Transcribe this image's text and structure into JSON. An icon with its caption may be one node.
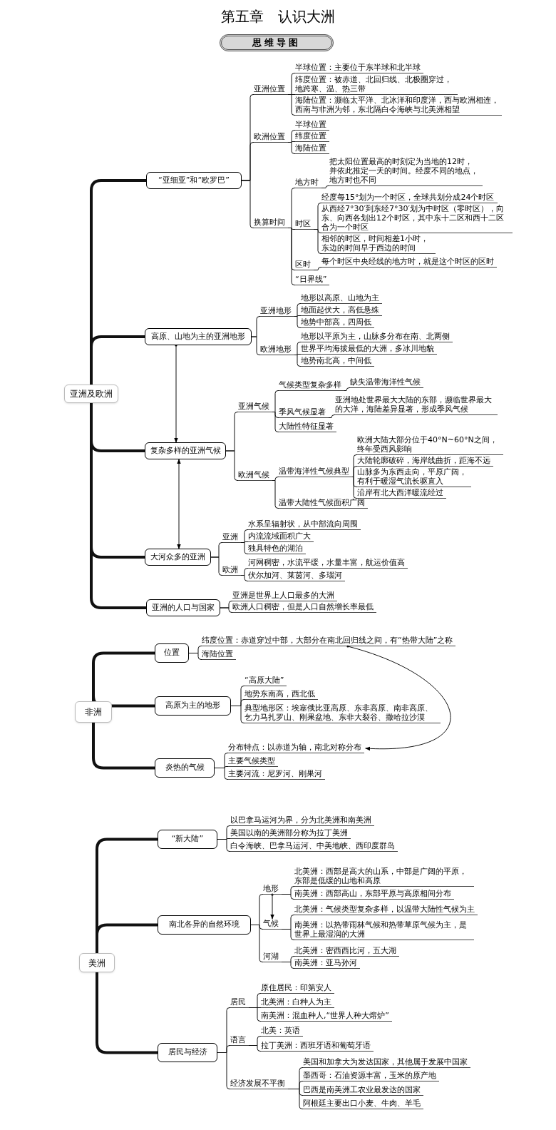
{
  "diagram": {
    "title": "第五章　认识大洲",
    "labels": [
      "思维导图"
    ],
    "nodes": [
      {
        "text": [
          "亚洲及欧洲"
        ]
      },
      {
        "text": [
          "“亚细亚”和“欧罗巴”"
        ]
      },
      {
        "text": [
          "亚洲位置"
        ]
      },
      {
        "text": [
          "半球位置：主要位于东半球和北半球"
        ]
      },
      {
        "text": [
          "纬度位置：被赤道、北回归线、北极圈穿过，地跨寒、温、热三带"
        ]
      },
      {
        "text": [
          "海陆位置：濒临太平洋、北冰洋和印度洋，西与欧洲相连，西南与非洲为邻，东北隔白令海峡与北美洲相望"
        ]
      },
      {
        "text": [
          "欧洲位置"
        ]
      },
      {
        "text": [
          "半球位置"
        ]
      },
      {
        "text": [
          "纬度位置"
        ]
      },
      {
        "text": [
          "海陆位置"
        ]
      },
      {
        "text": [
          "换算时间"
        ]
      },
      {
        "text": [
          "地方时"
        ]
      },
      {
        "text": [
          "把太阳位置最高的时刻定为当地的12时，并依此推定一天的时间。经度不同的地点，地方时也不同"
        ]
      },
      {
        "text": [
          "时区"
        ]
      },
      {
        "text": [
          "经度每15°划为一个时区，全球共划分成24个时区"
        ]
      },
      {
        "text": [
          "从西经7°30′到东经7°30′划为中时区（零时区），向东、向西各划出12个时区，其中东十二区和西十二区合为一个时区"
        ]
      },
      {
        "text": [
          "相邻的时区，时间相差1小时，东边的时间早于西边的时间"
        ]
      },
      {
        "text": [
          "区时"
        ]
      },
      {
        "text": [
          "每个时区中央经线的地方时，就是这个时区的区时"
        ]
      },
      {
        "text": [
          "“日界线”"
        ]
      },
      {
        "text": [
          "高原、山地为主的亚洲地形"
        ]
      },
      {
        "text": [
          "亚洲地形"
        ]
      },
      {
        "text": [
          "地形以高原、山地为主"
        ]
      },
      {
        "text": [
          "地面起伏大，高低悬殊"
        ]
      },
      {
        "text": [
          "地势中部高，四周低"
        ]
      },
      {
        "text": [
          "欧洲地形"
        ]
      },
      {
        "text": [
          "地形以平原为主，山脉多分布在南、北两侧"
        ]
      },
      {
        "text": [
          "世界平均海拔最低的大洲，多冰川地貌"
        ]
      },
      {
        "text": [
          "地势南北高，中间低"
        ]
      },
      {
        "text": [
          "复杂多样的亚洲气候"
        ]
      },
      {
        "text": [
          "亚洲气候"
        ]
      },
      {
        "text": [
          "气候类型复杂多样"
        ]
      },
      {
        "text": [
          "缺失温带海洋性气候"
        ]
      },
      {
        "text": [
          "季风气候显著"
        ]
      },
      {
        "text": [
          "亚洲地处世界最大大陆的东部，濒临世界最大的大洋，海陆差异显著，形成季风气候"
        ]
      },
      {
        "text": [
          "大陆性特征显著"
        ]
      },
      {
        "text": [
          "欧洲气候"
        ]
      },
      {
        "text": [
          "温带海洋性气候典型"
        ]
      },
      {
        "text": [
          "欧洲大陆大部分位于40°N~60°N之间，终年受西风影响"
        ]
      },
      {
        "text": [
          "大陆轮廓破碎，海岸线曲折，距海不远"
        ]
      },
      {
        "text": [
          "山脉多为东西走向，平原广阔，有利于暖湿气流长驱直入"
        ]
      },
      {
        "text": [
          "沿岸有北大西洋暖流经过"
        ]
      },
      {
        "text": [
          "温带大陆性气候面积广阔"
        ]
      },
      {
        "text": [
          "大河众多的亚洲"
        ]
      },
      {
        "text": [
          "亚洲"
        ]
      },
      {
        "text": [
          "水系呈辐射状，从中部流向周围"
        ]
      },
      {
        "text": [
          "内流流域面积广大"
        ]
      },
      {
        "text": [
          "独具特色的湖泊"
        ]
      },
      {
        "text": [
          "欧洲"
        ]
      },
      {
        "text": [
          "河网稠密，水流平缓，水量丰富，航运价值高"
        ]
      },
      {
        "text": [
          "伏尔加河、莱茵河、多瑙河"
        ]
      },
      {
        "text": [
          "亚洲的人口与国家"
        ]
      },
      {
        "text": [
          "亚洲是世界上人口最多的大洲"
        ]
      },
      {
        "text": [
          "欧洲人口稠密，但是人口自然增长率最低"
        ]
      },
      {
        "text": [
          "非洲"
        ]
      },
      {
        "text": [
          "位置"
        ]
      },
      {
        "text": [
          "纬度位置：赤道穿过中部，大部分在南北回归线之间，有“热带大陆”之称"
        ]
      },
      {
        "text": [
          "海陆位置"
        ]
      },
      {
        "text": [
          "高原为主的地形"
        ]
      },
      {
        "text": [
          "“高原大陆”"
        ]
      },
      {
        "text": [
          "地势东南高，西北低"
        ]
      },
      {
        "text": [
          "典型地形区：埃塞俄比亚高原、东非高原、南非高原、乞力马扎罗山、刚果盆地、东非大裂谷、撒哈拉沙漠"
        ]
      },
      {
        "text": [
          "炎热的气候"
        ]
      },
      {
        "text": [
          "分布特点：以赤道为轴，南北对称分布"
        ]
      },
      {
        "text": [
          "主要气候类型"
        ]
      },
      {
        "text": [
          "主要河流：尼罗河、刚果河"
        ]
      },
      {
        "text": [
          "美洲"
        ]
      },
      {
        "text": [
          "“新大陆”"
        ]
      },
      {
        "text": [
          "以巴拿马运河为界，分为北美洲和南美洲"
        ]
      },
      {
        "text": [
          "美国以南的美洲部分称为拉丁美洲"
        ]
      },
      {
        "text": [
          "白令海峡、巴拿马运河、中美地峡、西印度群岛"
        ]
      },
      {
        "text": [
          "南北各异的自然环境"
        ]
      },
      {
        "text": [
          "地形"
        ]
      },
      {
        "text": [
          "北美洲：西部是高大的山系，中部是广阔的平原，东部是低缓的山地和高原"
        ]
      },
      {
        "text": [
          "南美洲：西部高山，东部平原与高原相间分布"
        ]
      },
      {
        "text": [
          "气候"
        ]
      },
      {
        "text": [
          "北美洲：气候类型复杂多样，以温带大陆性气候为主"
        ]
      },
      {
        "text": [
          "南美洲：以热带雨林气候和热带草原气候为主，是世界上最湿润的大洲"
        ]
      },
      {
        "text": [
          "河湖"
        ]
      },
      {
        "text": [
          "北美洲：密西西比河，五大湖"
        ]
      },
      {
        "text": [
          "南美洲：亚马孙河"
        ]
      },
      {
        "text": [
          "居民与经济"
        ]
      },
      {
        "text": [
          "居民"
        ]
      },
      {
        "text": [
          "原住居民：印第安人"
        ]
      },
      {
        "text": [
          "北美洲：白种人为主"
        ]
      },
      {
        "text": [
          "南美洲：混血种人,“世界人种大熔炉”"
        ]
      },
      {
        "text": [
          "语言"
        ]
      },
      {
        "text": [
          "北美：英语"
        ]
      },
      {
        "text": [
          "拉丁美洲：西班牙语和葡萄牙语"
        ]
      },
      {
        "text": [
          "经济发展不平衡"
        ]
      },
      {
        "text": [
          "美国和加拿大为发达国家，其他属于发展中国家"
        ]
      },
      {
        "text": [
          "墨西哥：石油资源丰富，玉米的原产地"
        ]
      },
      {
        "text": [
          "巴西是南美洲工农业最发达的国家"
        ]
      },
      {
        "text": [
          "阿根廷主要出口小麦、牛肉、羊毛"
        ]
      }
    ],
    "edges": [
      {
        "from": 0,
        "to": 1,
        "arrow": "none",
        "style": "thick"
      },
      {
        "from": 1,
        "to": 2,
        "arrow": "none"
      },
      {
        "from": 2,
        "to": 3,
        "arrow": "none"
      },
      {
        "from": 2,
        "to": 4,
        "arrow": "none"
      },
      {
        "from": 2,
        "to": 5,
        "arrow": "none"
      },
      {
        "from": 1,
        "to": 6,
        "arrow": "none"
      },
      {
        "from": 6,
        "to": 7,
        "arrow": "none"
      },
      {
        "from": 6,
        "to": 8,
        "arrow": "none"
      },
      {
        "from": 6,
        "to": 9,
        "arrow": "none"
      },
      {
        "from": 1,
        "to": 10,
        "arrow": "none"
      },
      {
        "from": 10,
        "to": 11,
        "arrow": "none"
      },
      {
        "from": 11,
        "to": 12,
        "arrow": "none"
      },
      {
        "from": 10,
        "to": 13,
        "arrow": "none"
      },
      {
        "from": 13,
        "to": 14,
        "arrow": "none"
      },
      {
        "from": 13,
        "to": 15,
        "arrow": "none"
      },
      {
        "from": 13,
        "to": 16,
        "arrow": "none"
      },
      {
        "from": 10,
        "to": 17,
        "arrow": "none"
      },
      {
        "from": 17,
        "to": 18,
        "arrow": "none"
      },
      {
        "from": 10,
        "to": 19,
        "arrow": "none"
      },
      {
        "from": 0,
        "to": 20,
        "arrow": "none",
        "style": "thick"
      },
      {
        "from": 20,
        "to": 21,
        "arrow": "none"
      },
      {
        "from": 21,
        "to": 22,
        "arrow": "none"
      },
      {
        "from": 21,
        "to": 23,
        "arrow": "none"
      },
      {
        "from": 21,
        "to": 24,
        "arrow": "none"
      },
      {
        "from": 20,
        "to": 25,
        "arrow": "none"
      },
      {
        "from": 25,
        "to": 26,
        "arrow": "none"
      },
      {
        "from": 25,
        "to": 27,
        "arrow": "none"
      },
      {
        "from": 25,
        "to": 28,
        "arrow": "none"
      },
      {
        "from": 0,
        "to": 29,
        "arrow": "none",
        "style": "thick"
      },
      {
        "from": 29,
        "to": 30,
        "arrow": "none"
      },
      {
        "from": 30,
        "to": 31,
        "arrow": "none"
      },
      {
        "from": 31,
        "to": 32,
        "arrow": "none"
      },
      {
        "from": 30,
        "to": 33,
        "arrow": "none"
      },
      {
        "from": 33,
        "to": 34,
        "arrow": "none"
      },
      {
        "from": 30,
        "to": 35,
        "arrow": "none"
      },
      {
        "from": 29,
        "to": 36,
        "arrow": "none"
      },
      {
        "from": 36,
        "to": 37,
        "arrow": "none"
      },
      {
        "from": 37,
        "to": 38,
        "arrow": "none"
      },
      {
        "from": 37,
        "to": 39,
        "arrow": "none"
      },
      {
        "from": 37,
        "to": 40,
        "arrow": "none"
      },
      {
        "from": 37,
        "to": 41,
        "arrow": "none"
      },
      {
        "from": 36,
        "to": 42,
        "arrow": "none"
      },
      {
        "from": 0,
        "to": 43,
        "arrow": "none",
        "style": "thick"
      },
      {
        "from": 43,
        "to": 44,
        "arrow": "none"
      },
      {
        "from": 44,
        "to": 45,
        "arrow": "none"
      },
      {
        "from": 44,
        "to": 46,
        "arrow": "none"
      },
      {
        "from": 44,
        "to": 47,
        "arrow": "none"
      },
      {
        "from": 43,
        "to": 48,
        "arrow": "none"
      },
      {
        "from": 48,
        "to": 49,
        "arrow": "none"
      },
      {
        "from": 48,
        "to": 50,
        "arrow": "none"
      },
      {
        "from": 0,
        "to": 51,
        "arrow": "none",
        "style": "thick"
      },
      {
        "from": 51,
        "to": 52,
        "arrow": "none"
      },
      {
        "from": 51,
        "to": 53,
        "arrow": "none"
      },
      {
        "from": 54,
        "to": 55,
        "arrow": "none",
        "style": "thick"
      },
      {
        "from": 55,
        "to": 56,
        "arrow": "none"
      },
      {
        "from": 55,
        "to": 57,
        "arrow": "none"
      },
      {
        "from": 54,
        "to": 58,
        "arrow": "none",
        "style": "thick"
      },
      {
        "from": 58,
        "to": 59,
        "arrow": "none"
      },
      {
        "from": 58,
        "to": 60,
        "arrow": "none"
      },
      {
        "from": 58,
        "to": 61,
        "arrow": "none"
      },
      {
        "from": 54,
        "to": 62,
        "arrow": "none",
        "style": "thick"
      },
      {
        "from": 62,
        "to": 63,
        "arrow": "none"
      },
      {
        "from": 62,
        "to": 64,
        "arrow": "none"
      },
      {
        "from": 62,
        "to": 65,
        "arrow": "none"
      },
      {
        "from": 66,
        "to": 67,
        "arrow": "none",
        "style": "thick"
      },
      {
        "from": 67,
        "to": 68,
        "arrow": "none"
      },
      {
        "from": 67,
        "to": 69,
        "arrow": "none"
      },
      {
        "from": 67,
        "to": 70,
        "arrow": "none"
      },
      {
        "from": 66,
        "to": 71,
        "arrow": "none",
        "style": "thick"
      },
      {
        "from": 71,
        "to": 72,
        "arrow": "none"
      },
      {
        "from": 72,
        "to": 73,
        "arrow": "none"
      },
      {
        "from": 72,
        "to": 74,
        "arrow": "none"
      },
      {
        "from": 71,
        "to": 75,
        "arrow": "none"
      },
      {
        "from": 75,
        "to": 76,
        "arrow": "none"
      },
      {
        "from": 75,
        "to": 77,
        "arrow": "none"
      },
      {
        "from": 71,
        "to": 78,
        "arrow": "none"
      },
      {
        "from": 78,
        "to": 79,
        "arrow": "none"
      },
      {
        "from": 78,
        "to": 80,
        "arrow": "none"
      },
      {
        "from": 66,
        "to": 81,
        "arrow": "none",
        "style": "thick"
      },
      {
        "from": 81,
        "to": 82,
        "arrow": "none"
      },
      {
        "from": 82,
        "to": 83,
        "arrow": "none"
      },
      {
        "from": 82,
        "to": 84,
        "arrow": "none"
      },
      {
        "from": 82,
        "to": 85,
        "arrow": "none"
      },
      {
        "from": 81,
        "to": 86,
        "arrow": "none"
      },
      {
        "from": 86,
        "to": 87,
        "arrow": "none"
      },
      {
        "from": 86,
        "to": 88,
        "arrow": "none"
      },
      {
        "from": 81,
        "to": 89,
        "arrow": "none"
      },
      {
        "from": 89,
        "to": 90,
        "arrow": "none"
      },
      {
        "from": 89,
        "to": 91,
        "arrow": "none"
      },
      {
        "from": 89,
        "to": 92,
        "arrow": "none"
      },
      {
        "from": 89,
        "to": 93,
        "arrow": "none"
      },
      {
        "from": 20,
        "to": 29,
        "arrow": "to"
      },
      {
        "from": 29,
        "to": 43,
        "arrow": "both"
      },
      {
        "from": 56,
        "to": 63,
        "arrow": "to"
      },
      {
        "from": 72,
        "to": 75,
        "arrow": "to"
      }
    ]
  }
}
